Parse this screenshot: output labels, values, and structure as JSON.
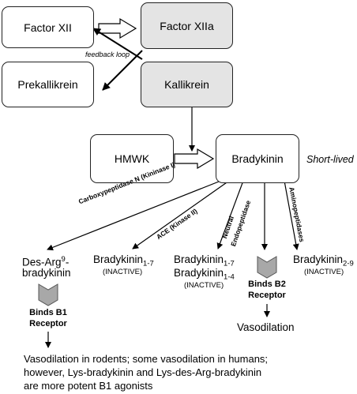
{
  "boxes": {
    "factor_xii": "Factor XII",
    "factor_xiia": "Factor XIIa",
    "prekallikrein": "Prekallikrein",
    "kallikrein": "Kallikrein",
    "hmwk": "HMWK",
    "bradykinin": "Bradykinin"
  },
  "labels": {
    "feedback_loop": "feedback loop",
    "short_lived": "Short-lived"
  },
  "enzymes": {
    "carboxypeptidase": "Carboxypeptidase N (Kininase I)",
    "ace": "ACE (Kinase II)",
    "neutral_line1": "Neutral",
    "neutral_line2": "Endopeptidase",
    "aminopeptidases": "Aminopeptidases"
  },
  "products": {
    "des_arg_main": "Des-Arg",
    "des_arg_sup": "9",
    "des_arg_line2": "bradykinin",
    "bk17_main": "Bradykinin",
    "bk17_sub": "1-7",
    "bk17_inactive": "(INACTIVE)",
    "bk17b_main": "Bradykinin",
    "bk17b_sub": "1-7",
    "bk14_main": "Bradykinin",
    "bk14_sub": "1-4",
    "bk14_inactive": "(INACTIVE)",
    "bk29_main": "Bradykinin",
    "bk29_sub": "2-9",
    "bk29_inactive": "(INACTIVE)"
  },
  "receptors": {
    "b1_line1": "Binds B1",
    "b1_line2": "Receptor",
    "b2_line1": "Binds B2",
    "b2_line2": "Receptor"
  },
  "outcomes": {
    "vasodilation": "Vasodilation",
    "b1_line1": "Vasodilation in rodents; some vasodilation in humans;",
    "b1_line2": "however, Lys-bradykinin and Lys-des-Arg-bradykinin",
    "b1_line3": "are more potent B1 agonists"
  }
}
